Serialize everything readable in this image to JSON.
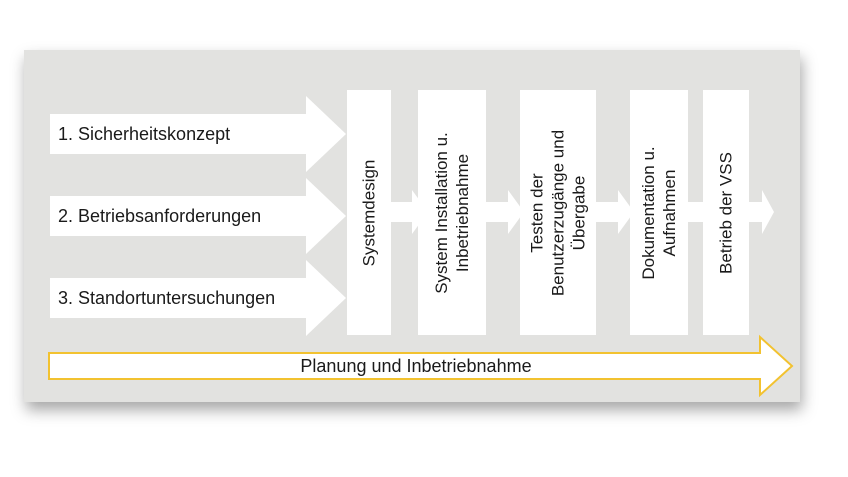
{
  "inputs": [
    {
      "label": "1. Sicherheitskonzept"
    },
    {
      "label": "2. Betriebsanforderungen"
    },
    {
      "label": "3. Standortuntersuchungen"
    }
  ],
  "steps": [
    {
      "line1": "Systemdesign",
      "line2": ""
    },
    {
      "line1": "System Installation u.",
      "line2": "Inbetriebnahme"
    },
    {
      "line1": "Testen der",
      "line2": "Benutzerzugänge und",
      "line3": "Übergabe"
    },
    {
      "line1": "Dokumentation u.",
      "line2": "Aufnahmen"
    },
    {
      "line1": "Betrieb der VSS",
      "line2": ""
    }
  ],
  "phase": {
    "label": "Planung und Inbetriebnahme"
  },
  "colors": {
    "panel": "#e2e2e0",
    "arrow_fill": "#ffffff",
    "phase_border": "#f2c230"
  }
}
